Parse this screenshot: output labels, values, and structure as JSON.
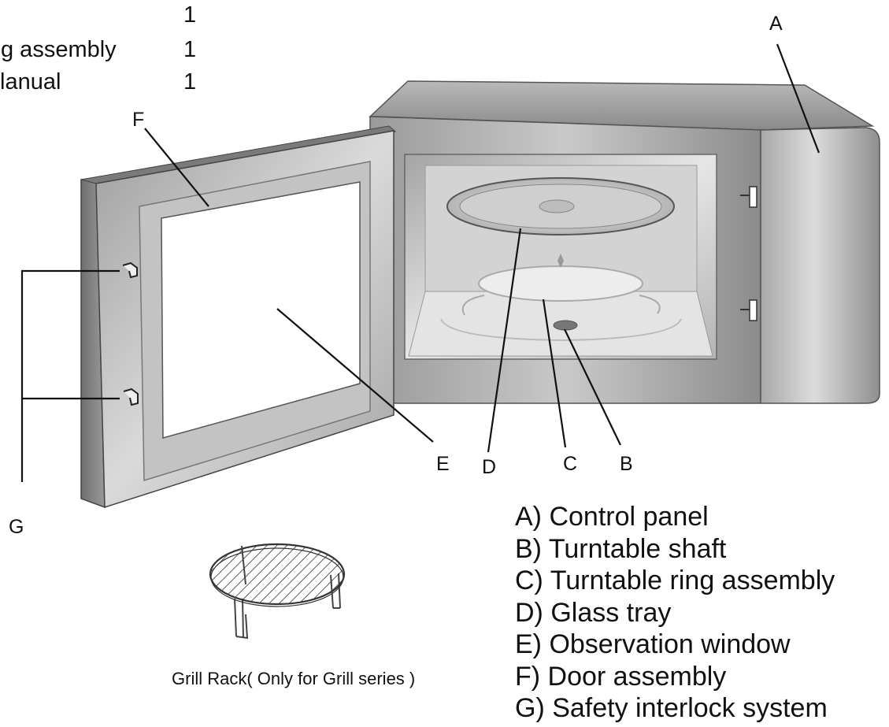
{
  "header_list": [
    {
      "name": "",
      "qty": "1"
    },
    {
      "name": "g assembly",
      "qty": "1"
    },
    {
      "name": "lanual",
      "qty": "1"
    }
  ],
  "callouts": {
    "A": "A",
    "B": "B",
    "C": "C",
    "D": "D",
    "E": "E",
    "F": "F",
    "G": "G"
  },
  "legend": [
    "A) Control panel",
    "B) Turntable shaft",
    "C) Turntable ring assembly",
    "D) Glass tray",
    "E) Observation window",
    "F) Door assembly",
    "G) Safety interlock system"
  ],
  "rack_caption": "Grill Rack( Only for Grill series )"
}
